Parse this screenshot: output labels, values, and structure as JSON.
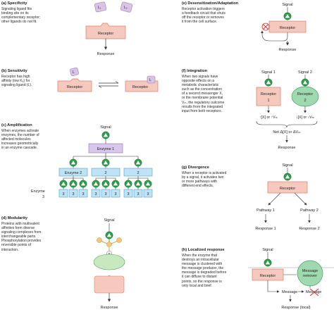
{
  "colors": {
    "receptor_fill": "#f6c9bf",
    "receptor_stroke": "#d97d6a",
    "enzyme_fill": "#bfe3f4",
    "enzyme_stroke": "#4aa0d0",
    "enzyme1_fill": "#d8c7ea",
    "ligand_fill": "#d9c3e6",
    "signal_green": "#2e9a4a",
    "remover_fill": "#9fd9b0",
    "inhibit_red": "#d9322a",
    "protein_green": "#c8e8c0",
    "protein_orange": "#f2c77a"
  },
  "panels": {
    "a": {
      "title": "(a) Specificity",
      "lines": [
        "Signaling ligand fits",
        "binding site on its",
        "complementary receptor;",
        "other ligands do not fit."
      ],
      "ligand1": "L₁",
      "ligand2": "L₂",
      "receptor": "Receptor",
      "response": "Response"
    },
    "b": {
      "title": "(b) Sensitivity",
      "lines": [
        "Receptor has high",
        "affinity (low Kₑ) for",
        "signaling ligand (L)."
      ],
      "ligand": "L",
      "receptor_left": "Receptor",
      "receptor_right": "Receptor"
    },
    "c": {
      "title": "(c) Amplification",
      "lines": [
        "When enzymes activate",
        "enzymes, the number of",
        "affected molecules",
        "increases geometrically",
        "in an enzyme cascade."
      ],
      "signal": "Signal",
      "enzyme1": "Enzyme 1",
      "enzyme2": [
        "Enzyme 2",
        "2",
        "2"
      ],
      "enzyme3_label": "Enzyme",
      "enzyme3_num": "3",
      "enzyme3_boxes": [
        "3",
        "3",
        "3",
        "3",
        "3",
        "3",
        "3",
        "3",
        "3"
      ]
    },
    "d": {
      "title": "(d) Modularity",
      "lines": [
        "Proteins with multivalent",
        "affinities form diverse",
        "signaling complexes from",
        "interchangeable parts.",
        "Phosphorylation provides",
        "reversible points of",
        "interaction."
      ],
      "signal": "Signal",
      "p_label": "P",
      "response": "Response"
    },
    "e": {
      "title": "(e) Desensitization/Adaptation",
      "lines": [
        "Receptor activation triggers",
        "a feedback circuit that shuts",
        "off the receptor or removes",
        "it from the cell surface."
      ],
      "signal": "Signal",
      "receptor": "Receptor",
      "response": "Response"
    },
    "f": {
      "title": "(f) Integration",
      "lines": [
        "When two signals have",
        "opposite effects on a",
        "metabolic characteristic",
        "such as the concentration",
        "of a second messenger X,",
        "or the membrane potential",
        "Vₘ, the regulatory outcome",
        "results from the integrated",
        "input from both receptors."
      ],
      "signal1": "Signal 1",
      "signal2": "Signal 2",
      "receptor1": "Receptor",
      "receptor1_num": "1",
      "receptor2": "Receptor",
      "receptor2_num": "2",
      "effect1": "↑[X] or ↑Vₘ",
      "effect2": "↓[X] or ↓Vₘ",
      "net": "Net Δ[X] or ΔVₘ",
      "response": "Response"
    },
    "g": {
      "title": "(g) Divergence",
      "lines": [
        "When a receptor is activated",
        "by a signal, it activates two",
        "or more pathways with",
        "different end effects."
      ],
      "signal": "Signal",
      "receptor": "Receptor",
      "pathway1": "Pathway 1",
      "pathway2": "Pathway 2",
      "response1": "Response 1",
      "response2": "Response 2"
    },
    "h": {
      "title": "(h) Localized response",
      "lines": [
        "When the enzyme that",
        "destroys an intracellular",
        "message is clustered with",
        "the message producer, the",
        "message is degraded before",
        "it can diffuse to distant",
        "points, so the response is",
        "only local and brief."
      ],
      "signal": "Signal",
      "receptor": "Receptor",
      "remover": [
        "Message",
        "remover"
      ],
      "message1": "Message",
      "message2": "Message",
      "response": "Response (local)"
    }
  }
}
